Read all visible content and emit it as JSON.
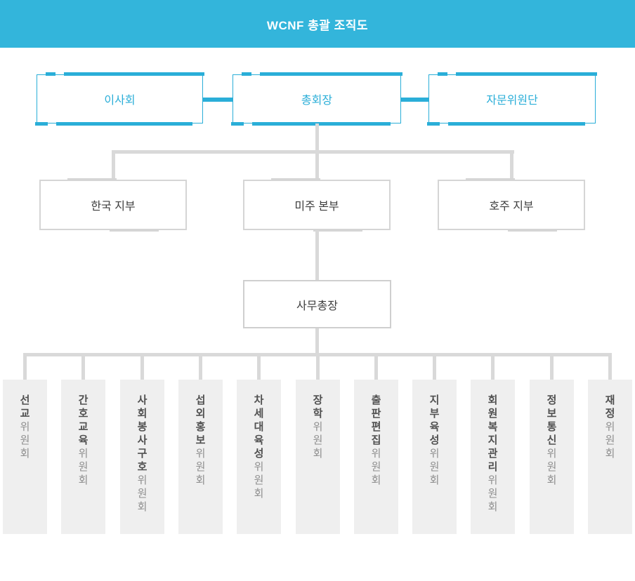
{
  "header": {
    "title": "WCNF 총괄 조직도"
  },
  "colors": {
    "header_bg": "#33b5db",
    "accent_cyan": "#2aaed8",
    "connector_gray": "#d9d9d9",
    "box_border_gray": "#d5d5d5",
    "committee_bg": "#efefef",
    "text_dark": "#3e3e3e",
    "committee_name": "#505050",
    "committee_suffix": "#8e8e8e"
  },
  "top_row": [
    {
      "label": "이사회"
    },
    {
      "label": "총회장"
    },
    {
      "label": "자문위원단"
    }
  ],
  "mid_row": [
    {
      "label": "한국 지부"
    },
    {
      "label": "미주 본부"
    },
    {
      "label": "호주 지부"
    }
  ],
  "secretary": {
    "label": "사무총장"
  },
  "committees": [
    {
      "name": "선교",
      "suffix": "위원회"
    },
    {
      "name": "간호교육",
      "suffix": "위원회"
    },
    {
      "name": "사회봉사구호",
      "suffix": "위원회"
    },
    {
      "name": "섭외홍보",
      "suffix": "위원회"
    },
    {
      "name": "차세대육성",
      "suffix": "위원회"
    },
    {
      "name": "장학",
      "suffix": "위원회"
    },
    {
      "name": "출판편집",
      "suffix": "위원회"
    },
    {
      "name": "지부육성",
      "suffix": "위원회"
    },
    {
      "name": "회원복지관리",
      "suffix": "위원회"
    },
    {
      "name": "정보통신",
      "suffix": "위원회"
    },
    {
      "name": "재정",
      "suffix": "위원회"
    }
  ]
}
